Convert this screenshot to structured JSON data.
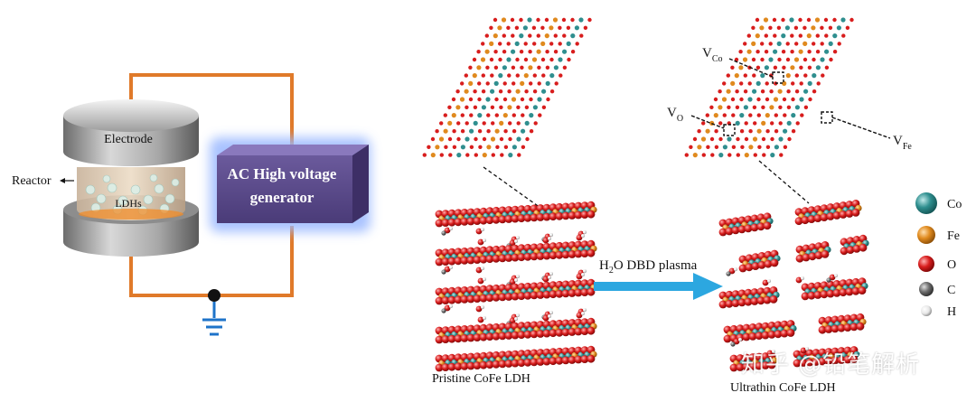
{
  "left_panel": {
    "electrode_label": "Electrode",
    "reactor_label": "Reactor",
    "ldh_label": "LDHs",
    "generator_line1": "AC High voltage",
    "generator_line2": "generator"
  },
  "right_panel": {
    "pristine_label": "Pristine CoFe LDH",
    "ultrathin_label": "Ultrathin CoFe LDH",
    "arrow_label_h": "H",
    "arrow_label_sub": "2",
    "arrow_label_rest": "O DBD plasma",
    "vacancies": [
      {
        "main": "V",
        "sub": "Co"
      },
      {
        "main": "V",
        "sub": "O"
      },
      {
        "main": "V",
        "sub": "Fe"
      }
    ]
  },
  "legend": [
    {
      "label": "Co",
      "color": "#2f8f8f"
    },
    {
      "label": "Fe",
      "color": "#e08a1e"
    },
    {
      "label": "O",
      "color": "#d81d1d"
    },
    {
      "label": "C",
      "color": "#6e6e6e"
    },
    {
      "label": "H",
      "color": "#f2f2f2"
    }
  ],
  "watermark": "知乎 @铅笔解析",
  "colors": {
    "wire": "#e07a2a",
    "generator": "#5a4a8a",
    "generator_glow": "#9ab8ff",
    "arrow": "#2ca7e0",
    "oxygen": "#d81d1d",
    "cobalt": "#2f8f8f",
    "iron": "#e08a1e"
  }
}
